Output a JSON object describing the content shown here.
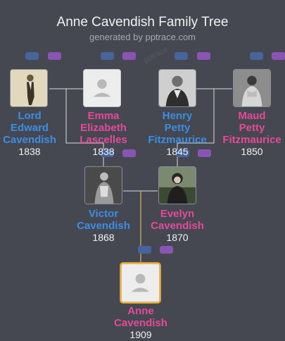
{
  "header": {
    "title": "Anne Cavendish Family Tree",
    "subtitle": "generated by pptrace.com",
    "watermark": "pptrace"
  },
  "colors": {
    "background": "#454850",
    "male": "#3a8ee6",
    "female": "#e8489a",
    "connector": "#dcdcdc",
    "root_connector": "#e0b45a",
    "highlight": "#e7b650"
  },
  "people": {
    "lord_edward": {
      "name_lines": [
        "Lord",
        "Edward",
        "Cavendish"
      ],
      "year": "1838",
      "gender": "male",
      "photo": "portrait-photo"
    },
    "emma": {
      "name_lines": [
        "Emma",
        "Elizabeth",
        "Lascelles"
      ],
      "year": "1838",
      "gender": "female",
      "photo": "placeholder-avatar-icon"
    },
    "henry": {
      "name_lines": [
        "Henry",
        "Petty",
        "Fitzmaurice"
      ],
      "year": "1845",
      "gender": "male",
      "photo": "portrait-photo"
    },
    "maud": {
      "name_lines": [
        "Maud",
        "Petty",
        "Fitzmaurice"
      ],
      "year": "1850",
      "gender": "female",
      "photo": "portrait-photo"
    },
    "victor": {
      "name_lines": [
        "Victor",
        "Cavendish"
      ],
      "year": "1868",
      "gender": "male",
      "photo": "portrait-photo"
    },
    "evelyn": {
      "name_lines": [
        "Evelyn",
        "Cavendish"
      ],
      "year": "1870",
      "gender": "female",
      "photo": "portrait-photo"
    },
    "anne": {
      "name_lines": [
        "Anne",
        "Cavendish"
      ],
      "year": "1909",
      "gender": "female",
      "photo": "placeholder-avatar-icon",
      "highlighted": true
    }
  }
}
